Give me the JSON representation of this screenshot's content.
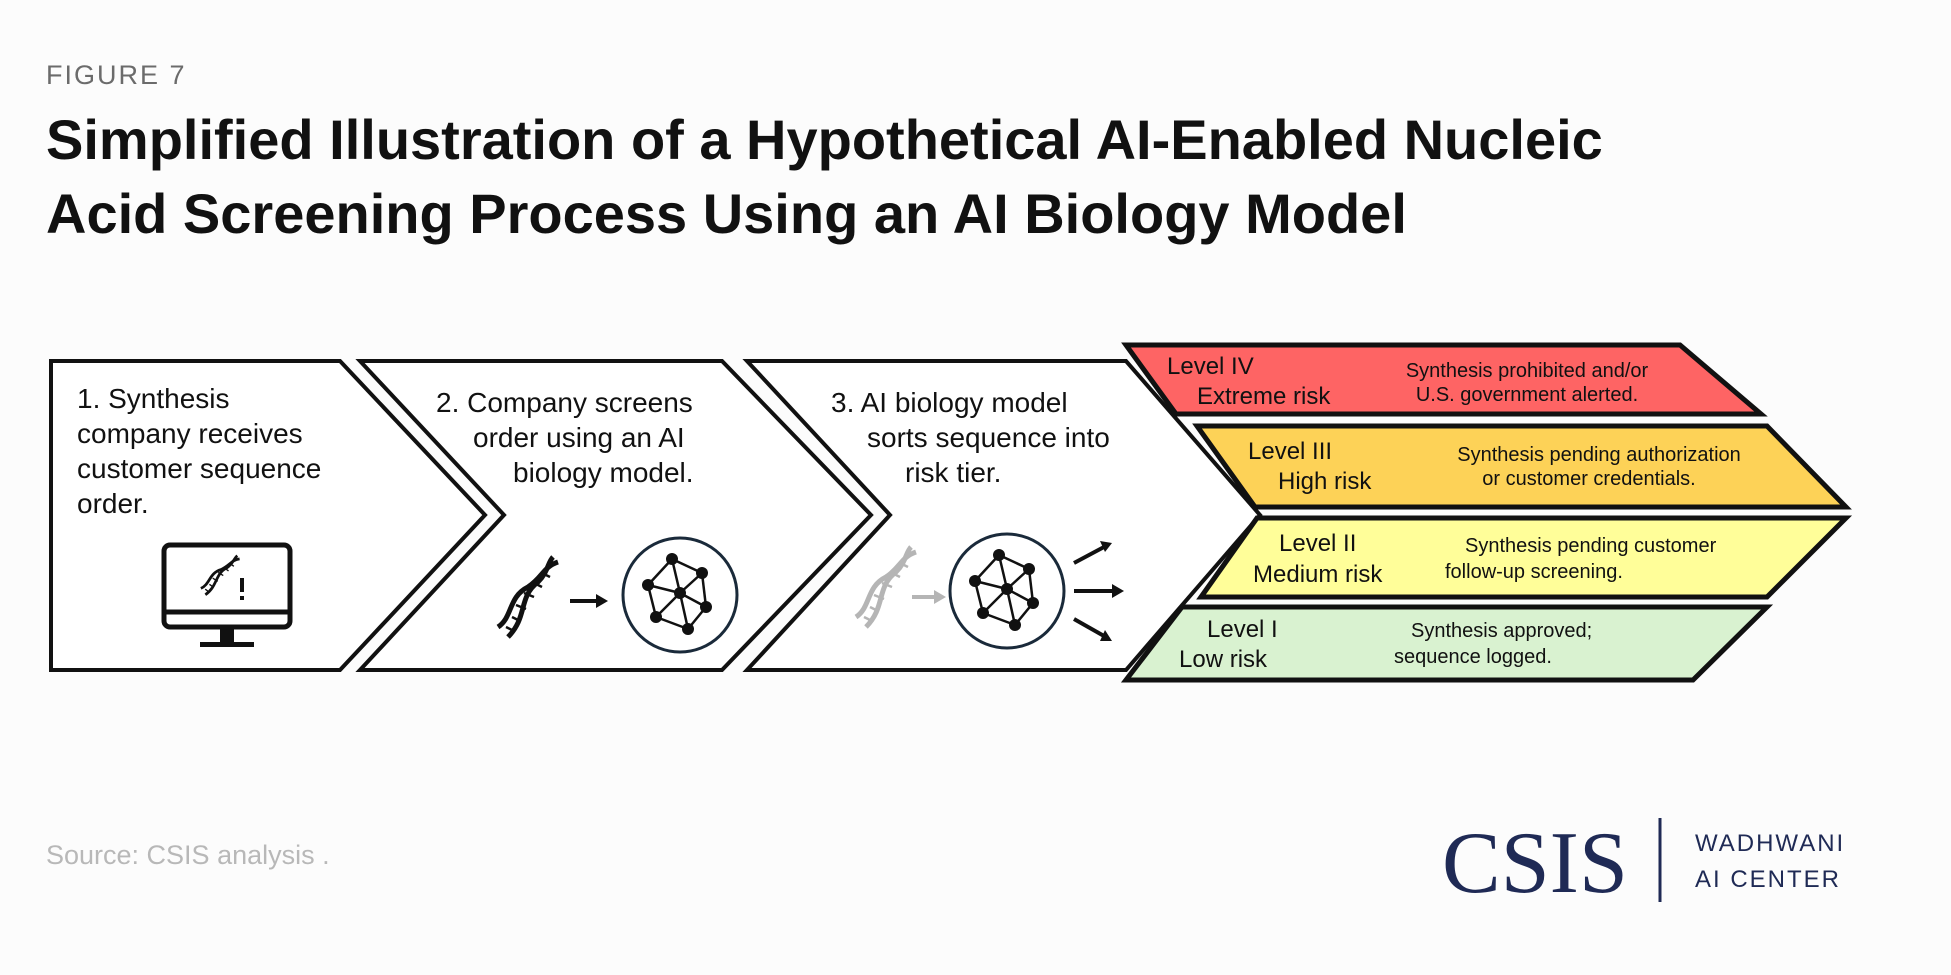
{
  "figure_label": "FIGURE 7",
  "title": {
    "line1": "Simplified Illustration of a Hypothetical AI-Enabled Nucleic",
    "line2": "Acid Screening Process Using an AI Biology Model"
  },
  "steps": [
    {
      "lines": [
        "1. Synthesis",
        "company receives",
        "customer sequence",
        "order."
      ],
      "icon": "monitor-dna-alert-icon"
    },
    {
      "lines": [
        "2. Company screens",
        "order using an AI",
        "biology model."
      ],
      "icon": "dna-to-network-icon"
    },
    {
      "lines": [
        "3. AI biology model",
        "sorts sequence into",
        "risk tier."
      ],
      "icon": "network-sorting-icon"
    }
  ],
  "risk_levels": [
    {
      "level": "Level IV",
      "risk": "Extreme risk",
      "desc": [
        "Synthesis prohibited and/or",
        "U.S. government alerted."
      ],
      "color": "#fe6464"
    },
    {
      "level": "Level III",
      "risk": "High risk",
      "desc": [
        "Synthesis pending authorization",
        "or customer credentials."
      ],
      "color": "#fdd257"
    },
    {
      "level": "Level II",
      "risk": "Medium risk",
      "desc": [
        "Synthesis pending customer",
        "follow-up screening."
      ],
      "color": "#fffe99"
    },
    {
      "level": "Level I",
      "risk": "Low risk",
      "desc": [
        "Synthesis approved;",
        "sequence logged."
      ],
      "color": "#d9f2d0"
    }
  ],
  "source": "Source: CSIS analysis .",
  "logo": {
    "name": "CSIS",
    "center_line1": "WADHWANI",
    "center_line2": "AI CENTER",
    "color": "#1f2a55"
  }
}
